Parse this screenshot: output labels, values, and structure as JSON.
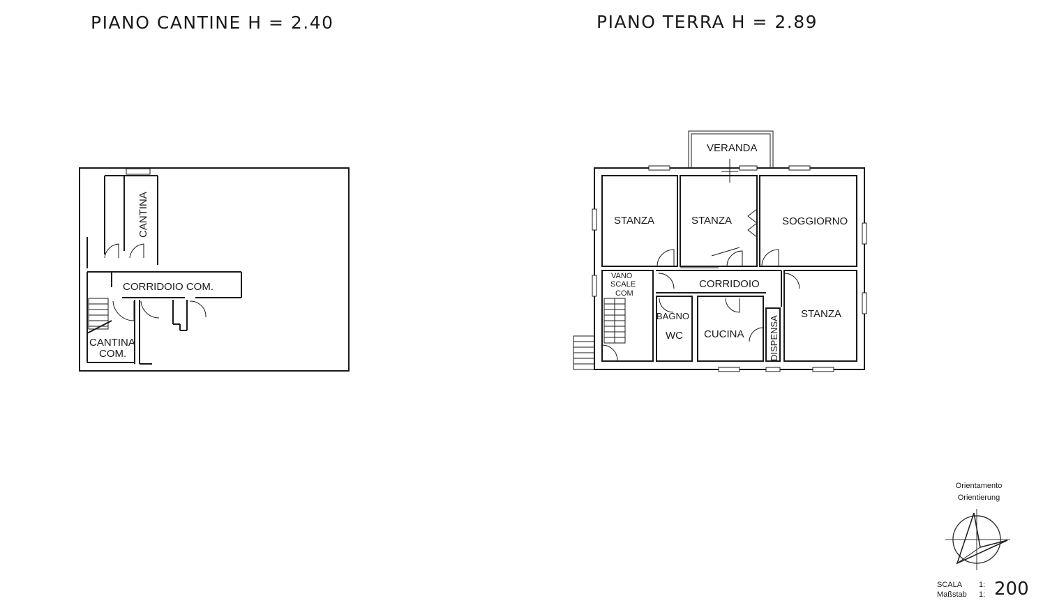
{
  "plans": {
    "basement": {
      "title": "PIANO CANTINE H = 2.40",
      "rooms": {
        "cantina": "CANTINA",
        "corridoio": "CORRIDOIO COM.",
        "cantina_com_1": "CANTINA",
        "cantina_com_2": "COM."
      }
    },
    "ground": {
      "title": "PIANO TERRA H = 2.89",
      "rooms": {
        "veranda": "VERANDA",
        "stanza_1": "STANZA",
        "stanza_2": "STANZA",
        "soggiorno": "SOGGIORNO",
        "vano_1": "VANO",
        "vano_2": "SCALE",
        "vano_3": "COM",
        "corridoio": "CORRIDOIO",
        "bagno": "BAGNO",
        "wc": "WC",
        "cucina": "CUCINA",
        "dispensa": "DISPENSA",
        "stanza_3": "STANZA"
      }
    }
  },
  "legend": {
    "orientation_it": "Orientamento",
    "orientation_de": "Orientierung",
    "scale_it": "SCALA",
    "scale_de": "Maßstab",
    "ratio_prefix_1": "1:",
    "ratio_prefix_2": "1:",
    "scale_value": "200"
  }
}
